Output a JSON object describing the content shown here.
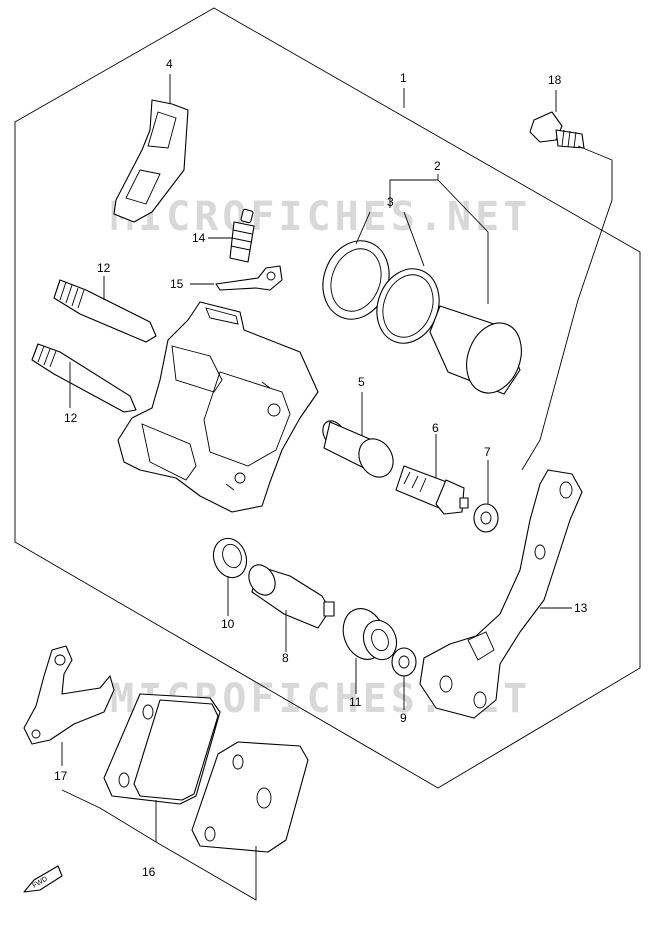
{
  "watermark": "MICROFICHES.NET",
  "fwd_label": "FWD",
  "callouts": {
    "c1": "1",
    "c2": "2",
    "c3": "3",
    "c4": "4",
    "c5": "5",
    "c6": "6",
    "c7": "7",
    "c8": "8",
    "c9": "9",
    "c10": "10",
    "c11": "11",
    "c12a": "12",
    "c12b": "12",
    "c13": "13",
    "c14": "14",
    "c15": "15",
    "c16": "16",
    "c17": "17",
    "c18": "18"
  },
  "colors": {
    "line": "#000000",
    "watermark": "#d8d8d8",
    "background": "#ffffff"
  }
}
